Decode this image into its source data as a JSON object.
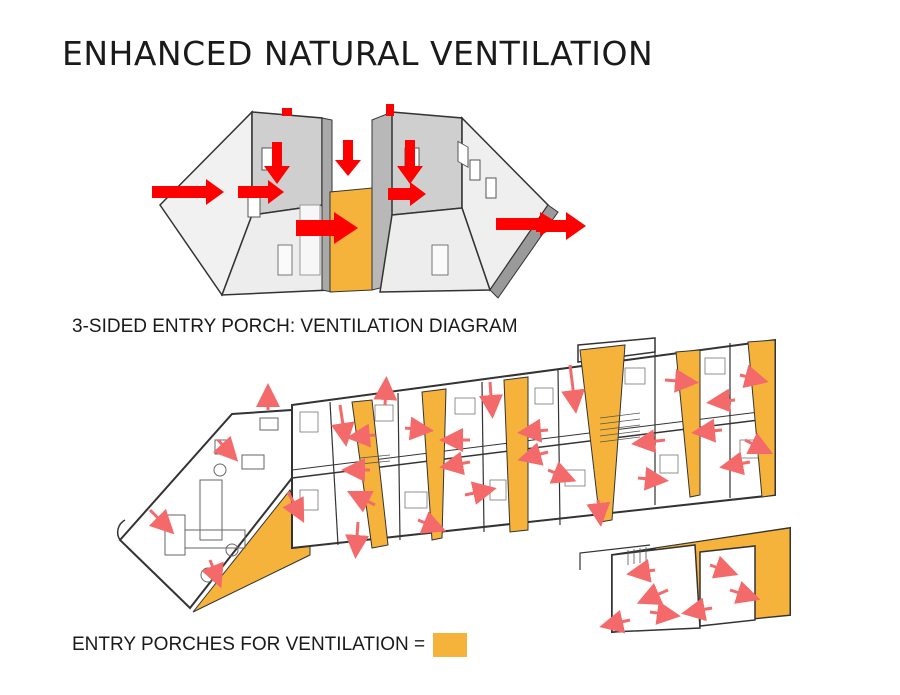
{
  "title": "ENHANCED NATURAL VENTILATION",
  "section_diagram_label": "3-SIDED ENTRY PORCH: VENTILATION DIAGRAM",
  "legend": {
    "label": "ENTRY PORCHES FOR VENTILATION =",
    "swatch_color": "#f5b33c"
  },
  "colors": {
    "porch": "#f5b33c",
    "arrow_red": "#ff0000",
    "arrow_pink": "#f46a6a",
    "wall_fill": "#e4e4e4",
    "wall_light": "#f4f4f4",
    "line": "#333333"
  }
}
